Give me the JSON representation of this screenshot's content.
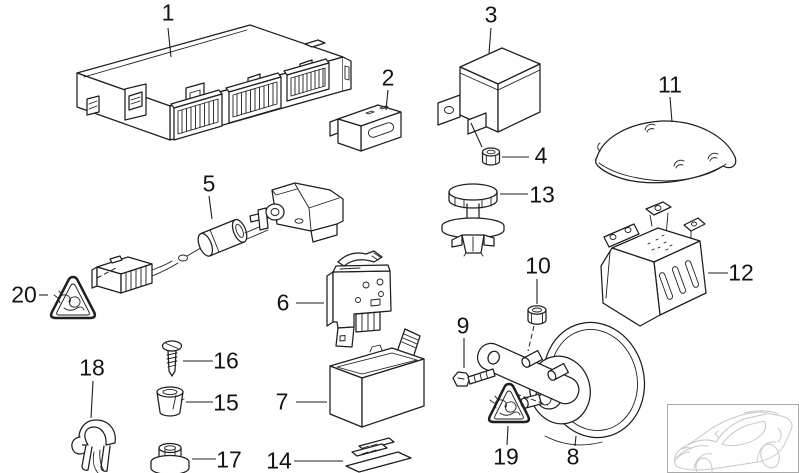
{
  "colors": {
    "background": "#ffffff",
    "line": "#1e1e1e",
    "inset_line": "#c8c8c8",
    "inset_border": "#a9a9a9",
    "callout_text": "#141414"
  },
  "callouts": [
    {
      "label": "1"
    },
    {
      "label": "2"
    },
    {
      "label": "3"
    },
    {
      "label": "4"
    },
    {
      "label": "5"
    },
    {
      "label": "6"
    },
    {
      "label": "7"
    },
    {
      "label": "8"
    },
    {
      "label": "9"
    },
    {
      "label": "10"
    },
    {
      "label": "11"
    },
    {
      "label": "12"
    },
    {
      "label": "13"
    },
    {
      "label": "14"
    },
    {
      "label": "15"
    },
    {
      "label": "16"
    },
    {
      "label": "17"
    },
    {
      "label": "18"
    },
    {
      "label": "19"
    },
    {
      "label": "20"
    }
  ]
}
